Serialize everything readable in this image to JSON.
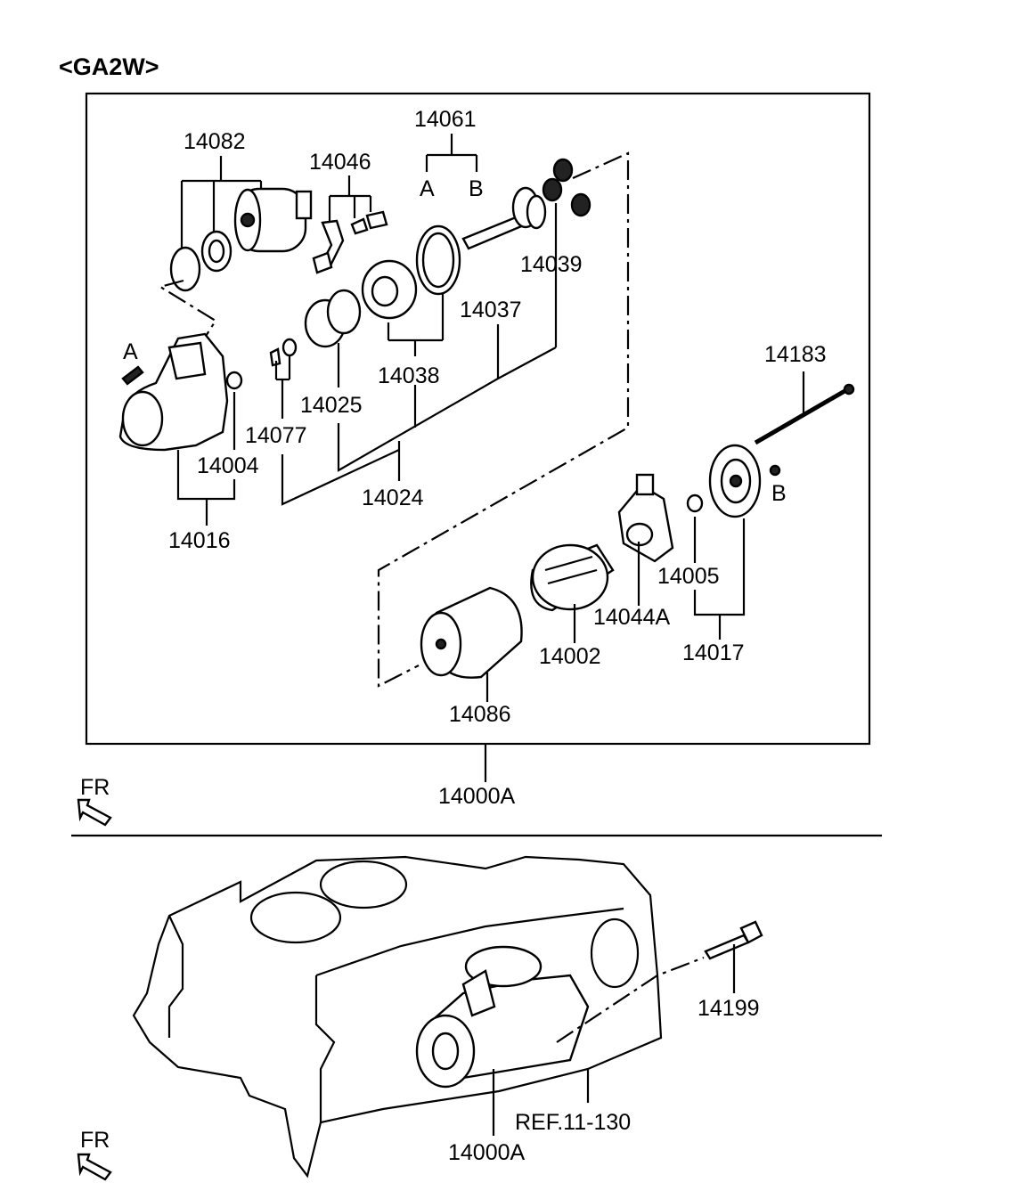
{
  "header": {
    "model_code": "<GA2W>"
  },
  "callouts": {
    "p14082": "14082",
    "p14046": "14046",
    "p14061": "14061",
    "p14061_a": "A",
    "p14061_b": "B",
    "p14039": "14039",
    "p14037": "14037",
    "p14038": "14038",
    "p14025": "14025",
    "p14077": "14077",
    "p14004": "14004",
    "p14024": "14024",
    "p14016": "14016",
    "p14183": "14183",
    "p14005": "14005",
    "p14044a": "14044A",
    "p14002": "14002",
    "p14017": "14017",
    "p14086": "14086",
    "p14000a_top": "14000A",
    "p14199": "14199",
    "p14000a_bottom": "14000A",
    "ref": "REF.11-130",
    "ref_a": "A",
    "ref_b": "B"
  },
  "orientation": {
    "fr_top": "FR",
    "fr_bottom": "FR"
  },
  "icons": {
    "arrow_top": "front-arrow-icon",
    "arrow_bottom": "front-arrow-icon"
  }
}
